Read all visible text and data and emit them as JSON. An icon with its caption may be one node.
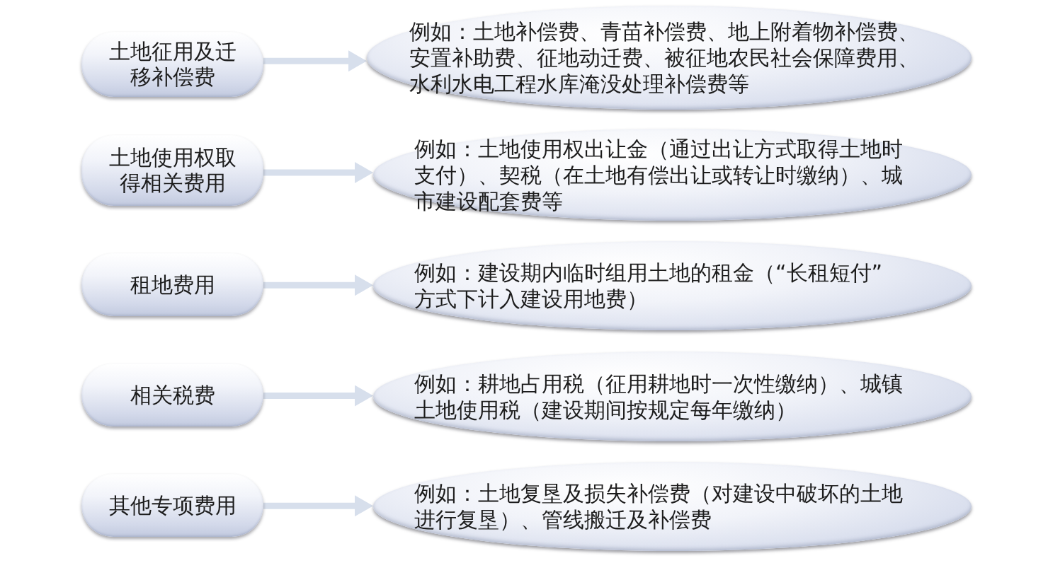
{
  "diagram": {
    "nodes": [
      {
        "text": [
          "土地征用及迁移补偿费"
        ]
      },
      {
        "text": [
          "例如：土地补偿费、青苗补偿费、地上附着物补偿费、安置补助费、征地动迁费、被征地农民社会保障费用、水利水电工程水库淹没处理补偿费等"
        ]
      },
      {
        "text": [
          "土地使用权取得相关费用"
        ]
      },
      {
        "text": [
          "例如：土地使用权出让金（通过出让方式取得土地时支付）、契税（在土地有偿出让或转让时缴纳）、城市建设配套费等"
        ]
      },
      {
        "text": [
          "租地费用"
        ]
      },
      {
        "text": [
          "例如：建设期内临时组用土地的租金（“长租短付”方式下计入建设用地费）"
        ]
      },
      {
        "text": [
          "相关税费"
        ]
      },
      {
        "text": [
          "例如：耕地占用税（征用耕地时一次性缴纳）、城镇土地使用税（建设期间按规定每年缴纳）"
        ]
      },
      {
        "text": [
          "其他专项费用"
        ]
      },
      {
        "text": [
          "例如：土地复垦及损失补偿费（对建设中破坏的土地进行复垦）、管线搬迁及补偿费"
        ]
      }
    ],
    "edges": [
      {
        "from": 0,
        "to": 1,
        "arrow": "to"
      },
      {
        "from": 2,
        "to": 3,
        "arrow": "to"
      },
      {
        "from": 4,
        "to": 5,
        "arrow": "to"
      },
      {
        "from": 6,
        "to": 7,
        "arrow": "to"
      },
      {
        "from": 8,
        "to": 9,
        "arrow": "to"
      }
    ]
  }
}
